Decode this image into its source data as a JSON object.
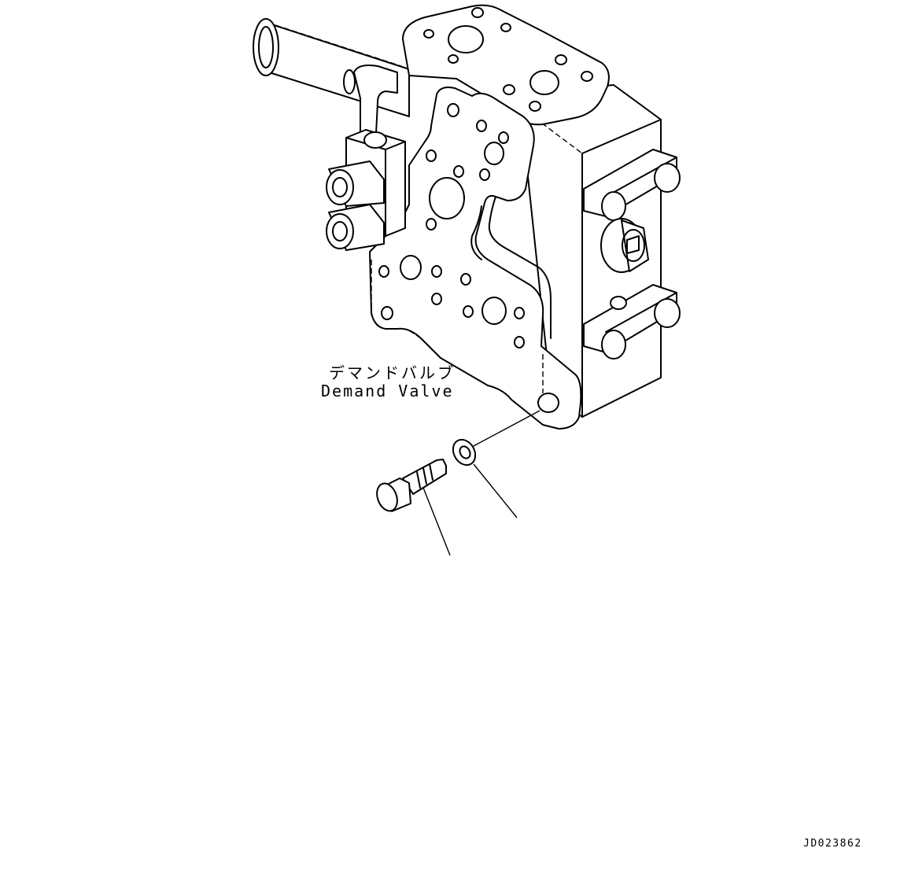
{
  "labels": {
    "part_name_jp": "デマンドバルブ",
    "part_name_en": "Demand Valve",
    "drawing_id": "JD023862"
  },
  "colors": {
    "line": "#000000",
    "background": "#ffffff"
  }
}
